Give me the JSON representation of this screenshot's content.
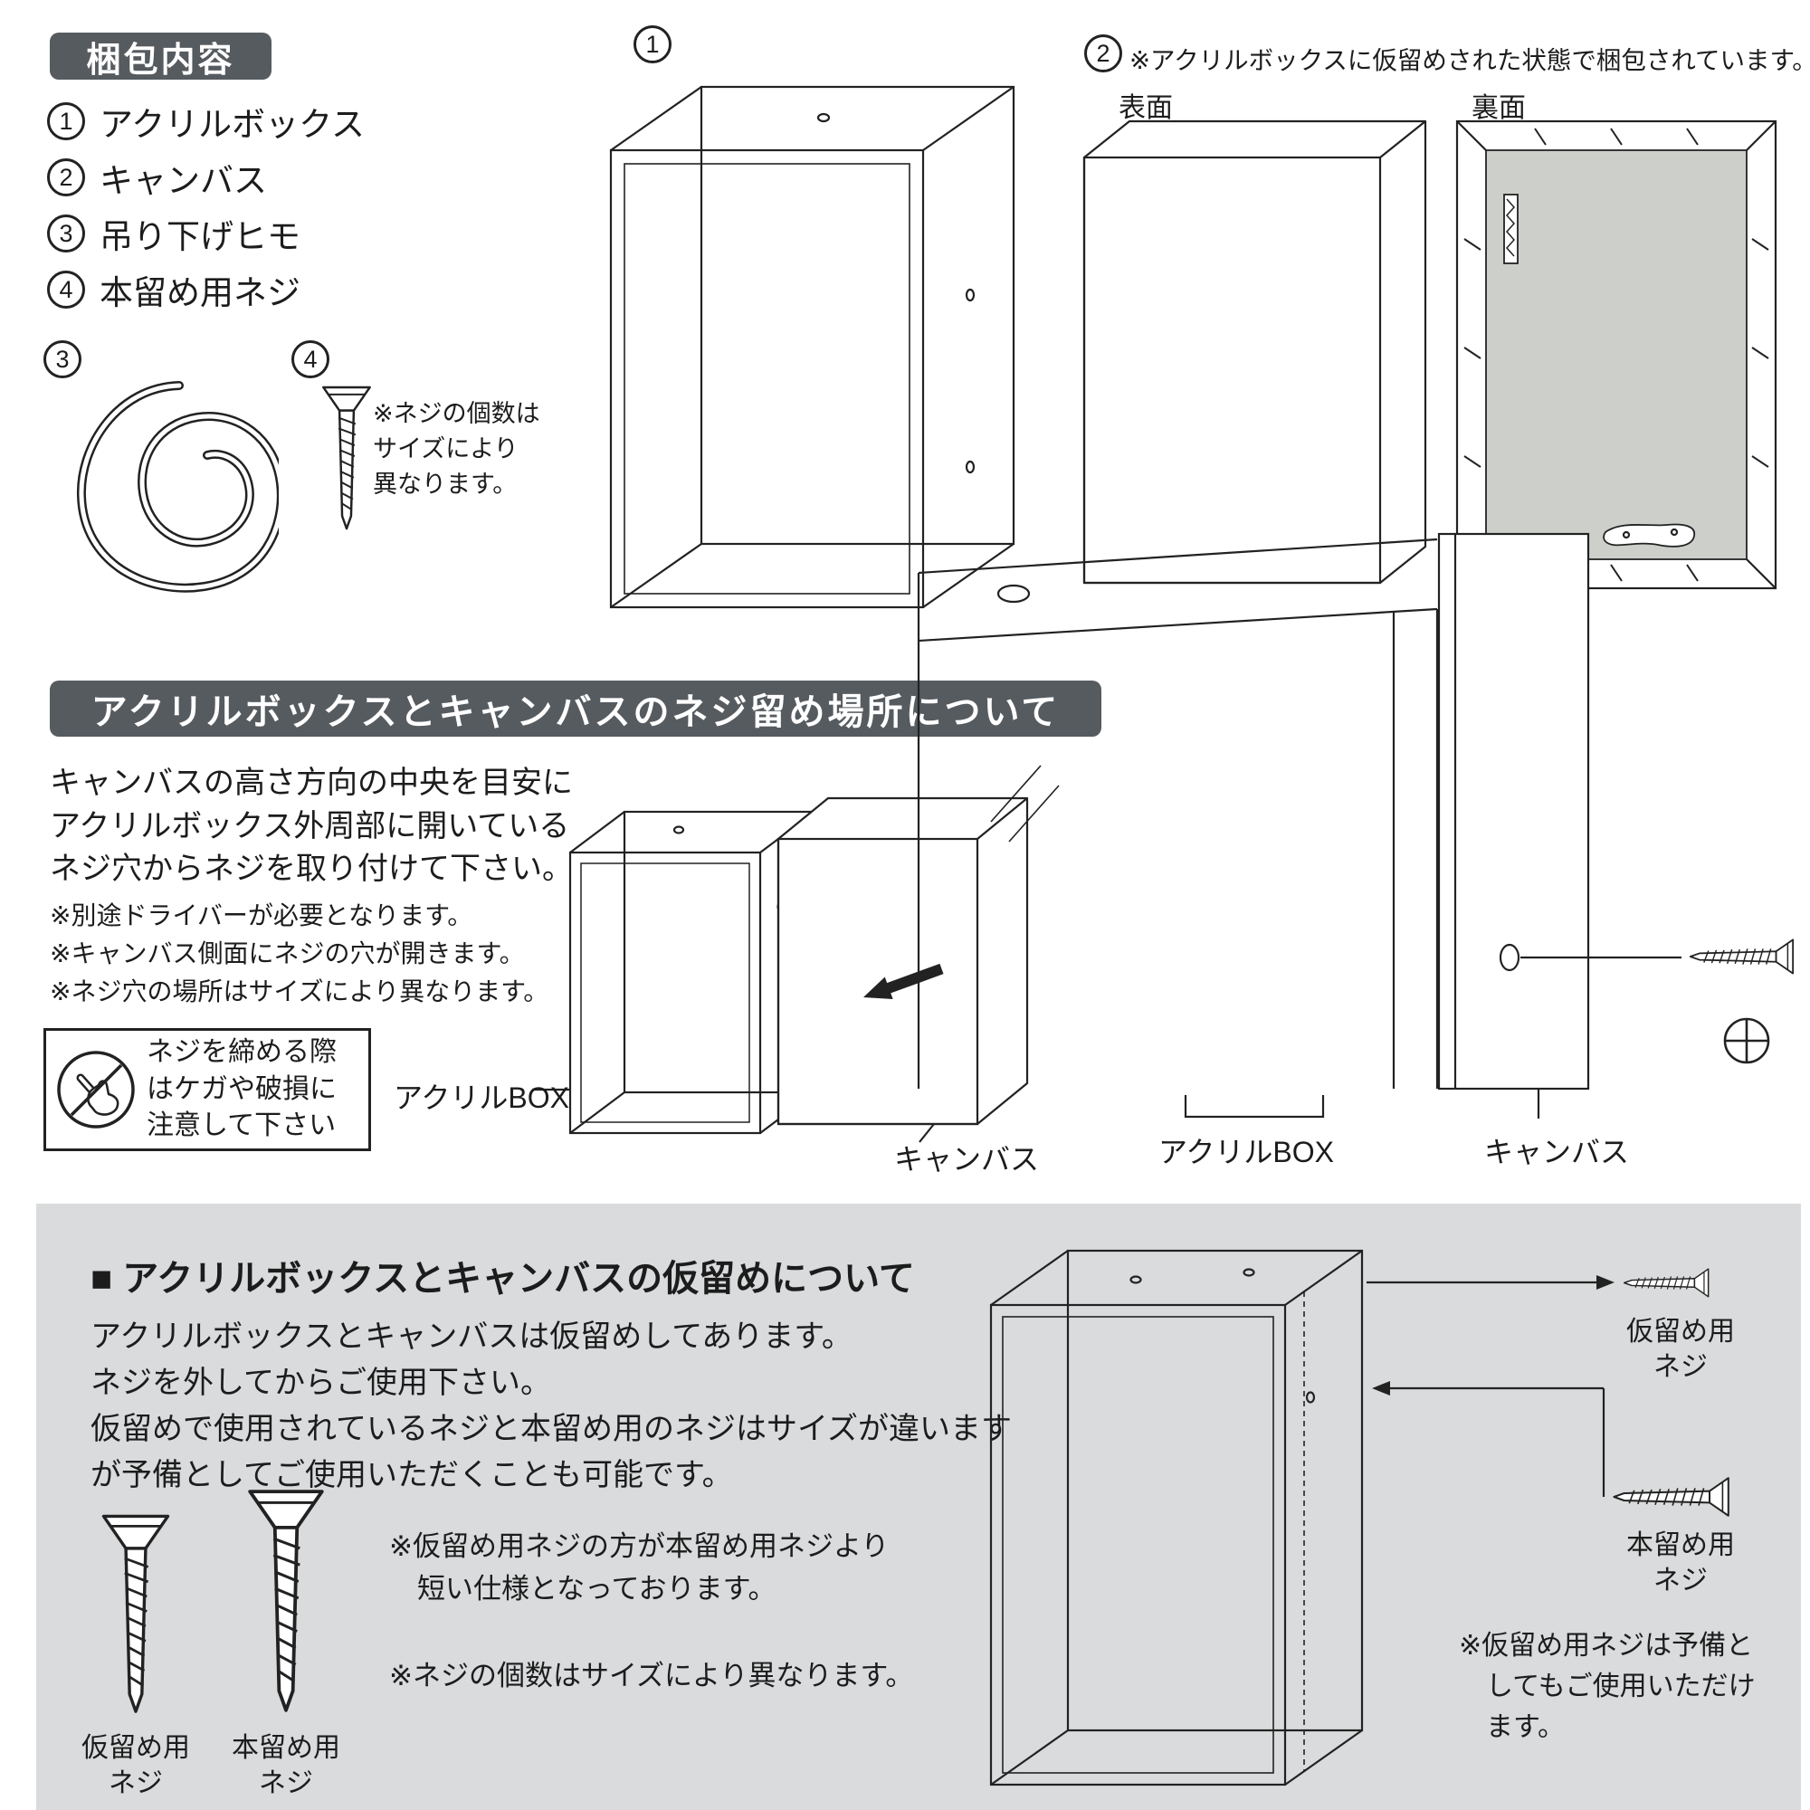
{
  "theme": {
    "band_bg": "#565b60",
    "band_text": "#ffffff",
    "panel_bg": "#d9dbdc",
    "line": "#222222"
  },
  "packing": {
    "title": "梱包内容",
    "items": [
      {
        "num": "1",
        "label": "アクリルボックス"
      },
      {
        "num": "2",
        "label": "キャンバス"
      },
      {
        "num": "3",
        "label": "吊り下げヒモ"
      },
      {
        "num": "4",
        "label": "本留め用ネジ"
      }
    ],
    "string_num": "3",
    "screw_num": "4",
    "screw_note": "※ネジの個数は\nサイズにより\n異なります。",
    "box_num": "1",
    "canvas_num": "2",
    "canvas_note": "※アクリルボックスに仮留めされた状態で梱包されています。",
    "front_label": "表面",
    "back_label": "裏面"
  },
  "screw_location": {
    "title": "アクリルボックスとキャンバスのネジ留め場所について",
    "body": "キャンバスの高さ方向の中央を目安に\nアクリルボックス外周部に開いている\nネジ穴からネジを取り付けて下さい。",
    "notes": [
      "※別途ドライバーが必要となります。",
      "※キャンバス側面にネジの穴が開きます。",
      "※ネジ穴の場所はサイズにより異なります。"
    ],
    "caution": "ネジを締める際\nはケガや破損に\n注意して下さい",
    "acrylic_box_label": "アクリルBOX",
    "canvas_label": "キャンバス"
  },
  "temporary_fix": {
    "title": "■ アクリルボックスとキャンバスの仮留めについて",
    "body": "アクリルボックスとキャンバスは仮留めしてあります。\nネジを外してからご使用下さい。\n仮留めで使用されているネジと本留め用のネジはサイズが違います\nが予備としてご使用いただくことも可能です。",
    "temp_screw_label": "仮留め用\nネジ",
    "final_screw_label": "本留め用\nネジ",
    "note_length": "※仮留め用ネジの方が本留め用ネジより\n　短い仕様となっております。",
    "note_count": "※ネジの個数はサイズにより異なります。",
    "spare_note": "※仮留め用ネジは予備と\n　してもご使用いただけ\n　ます。"
  }
}
